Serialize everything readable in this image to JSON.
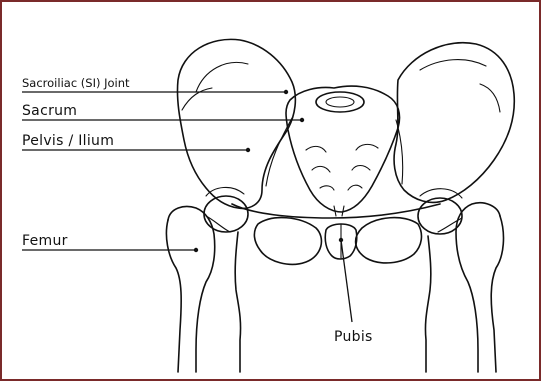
{
  "labels": {
    "si_joint": "Sacroiliac (SI) Joint",
    "sacrum": "Sacrum",
    "pelvis": "Pelvis / Ilium",
    "femur": "Femur",
    "pubis": "Pubis"
  },
  "colors": {
    "frame_border": "#7a2a2a",
    "line": "#111111"
  }
}
